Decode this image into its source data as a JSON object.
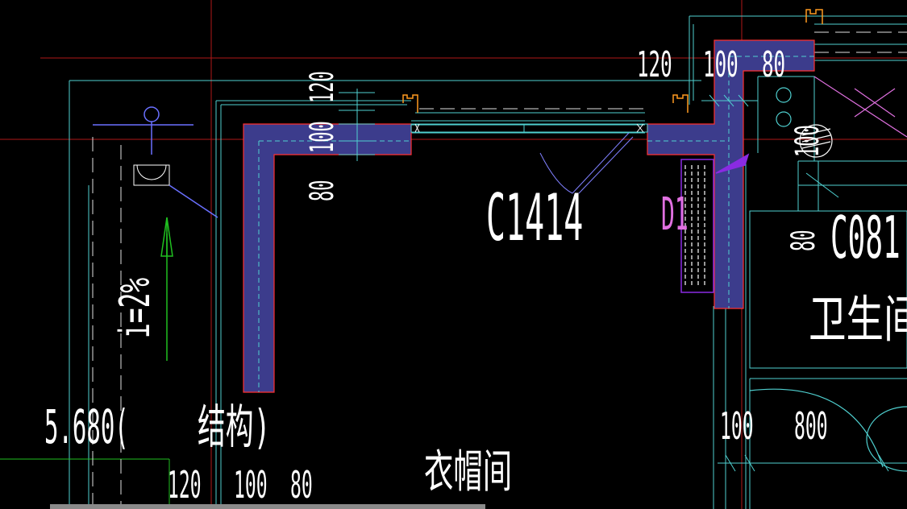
{
  "drawing": {
    "window_label": "C1414",
    "door_label": "D1",
    "window_label_right": "C081",
    "room_bathroom": "卫生间",
    "room_cloakroom": "衣帽间",
    "elevation": "5.680(",
    "elevation_note": "结构)",
    "slope": "i=2%",
    "dims": {
      "top_120_h": "120",
      "top_100_h": "100",
      "top_80_h": "80",
      "left_120_v": "120",
      "left_100_v": "100",
      "left_80_v": "80",
      "right_80_v": "80",
      "right_100_v": "100",
      "bottom_120": "120",
      "bottom_100": "100",
      "bottom_80": "80",
      "bottom_right_100": "100",
      "bottom_right_800": "800"
    }
  },
  "colors": {
    "background": "#000000",
    "wall_fill": "#3c3c8c",
    "wall_edge": "#ff3030",
    "axis_red": "#b01818",
    "cyan": "#4fd0d0",
    "white": "#ffffff",
    "green": "#20c020",
    "magenta": "#e070e0",
    "purple": "#8a2be2",
    "orange": "#ff9a20",
    "blue": "#6a70ff"
  }
}
